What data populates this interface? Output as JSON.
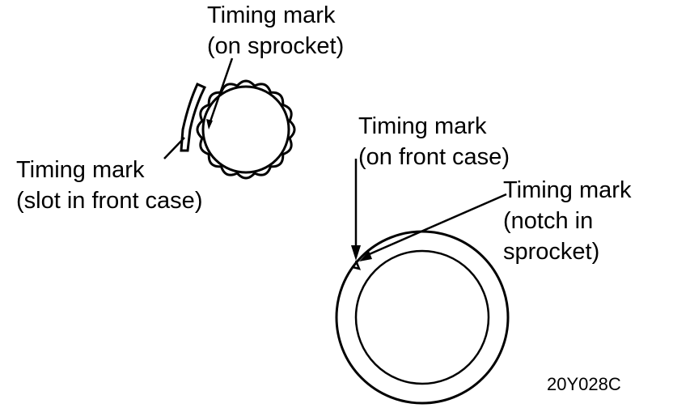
{
  "labels": {
    "sprocket_mark": [
      "Timing mark",
      "(on sprocket)"
    ],
    "slot_mark": [
      "Timing mark",
      "(slot in front case)"
    ],
    "front_case_mark": [
      "Timing mark",
      "(on front case)"
    ],
    "notch_mark": [
      "Timing mark",
      "(notch in",
      "sprocket)"
    ]
  },
  "figure_code": "20Y028C",
  "colors": {
    "ink": "#000000",
    "background": "#ffffff"
  }
}
